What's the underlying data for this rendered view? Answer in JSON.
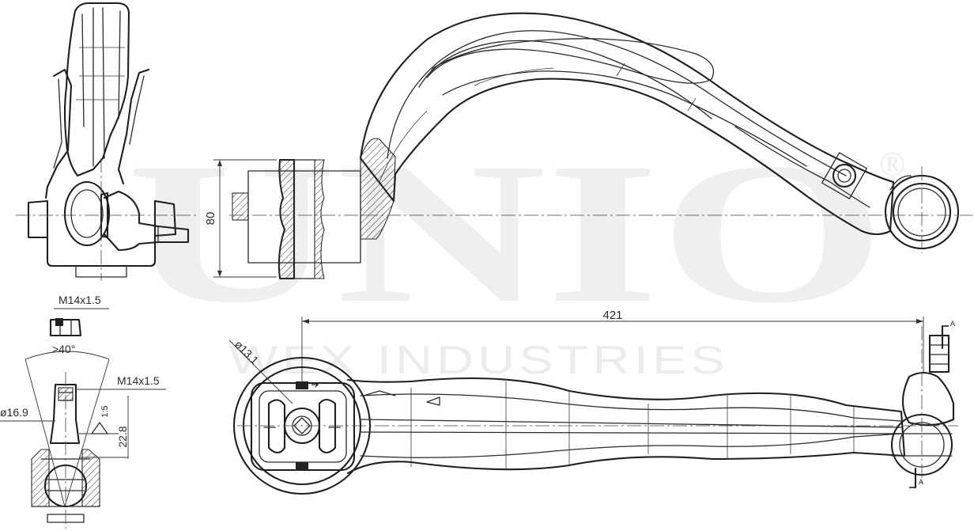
{
  "watermark": {
    "brand": "UNIO",
    "registered": "®",
    "tagline": "WEX INDUSTRIES"
  },
  "dimensions": {
    "height_front": "80",
    "length": "421",
    "bushing_diameter": "ø13.1",
    "thread_top": "M14x1.5",
    "thread_side": "M14x1.5",
    "ball_diameter": "ø16.9",
    "taper_angle": ">40°",
    "taper_ratio": "1:5",
    "pin_length": "22.8",
    "section_marker_top": "A",
    "section_marker_bottom": "A"
  }
}
